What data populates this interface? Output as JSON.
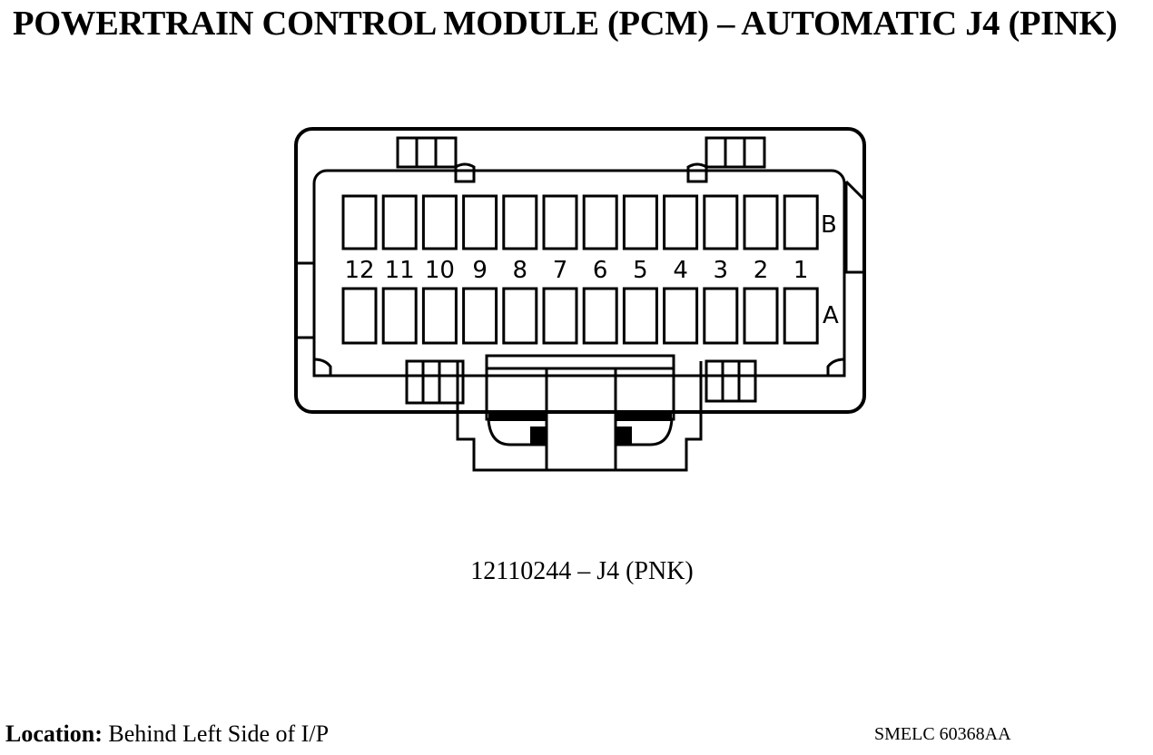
{
  "title": "POWERTRAIN CONTROL MODULE (PCM) – AUTOMATIC J4 (PINK)",
  "connector": {
    "row_b_label": "B",
    "row_a_label": "A",
    "pin_numbers": [
      "12",
      "11",
      "10",
      "9",
      "8",
      "7",
      "6",
      "5",
      "4",
      "3",
      "2",
      "1"
    ]
  },
  "part_label": "12110244 – J4 (PNK)",
  "location": {
    "label": "Location:",
    "value": " Behind Left Side of I/P"
  },
  "reference_code": "SMELC 60368AA"
}
